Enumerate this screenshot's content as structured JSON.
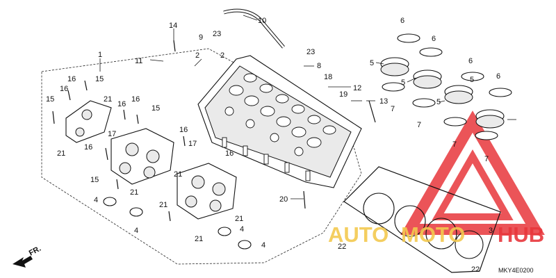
{
  "diagram_code": "MKY4E0200",
  "front_label": "FR.",
  "watermark": {
    "part1": "AUTO",
    "part2": "MOTO",
    "part3": "HUB",
    "color_primary": "#e8373c",
    "color_secondary": "#f3c94f"
  },
  "callouts": [
    "1",
    "2",
    "2",
    "3",
    "4",
    "4",
    "4",
    "4",
    "5",
    "5",
    "5",
    "5",
    "6",
    "6",
    "6",
    "6",
    "7",
    "7",
    "7",
    "7",
    "8",
    "9",
    "10",
    "11",
    "12",
    "13",
    "14",
    "15",
    "15",
    "15",
    "15",
    "16",
    "16",
    "16",
    "16",
    "16",
    "16",
    "16",
    "17",
    "17",
    "18",
    "19",
    "20",
    "21",
    "21",
    "21",
    "21",
    "21",
    "21",
    "21",
    "22",
    "22",
    "23",
    "23"
  ]
}
